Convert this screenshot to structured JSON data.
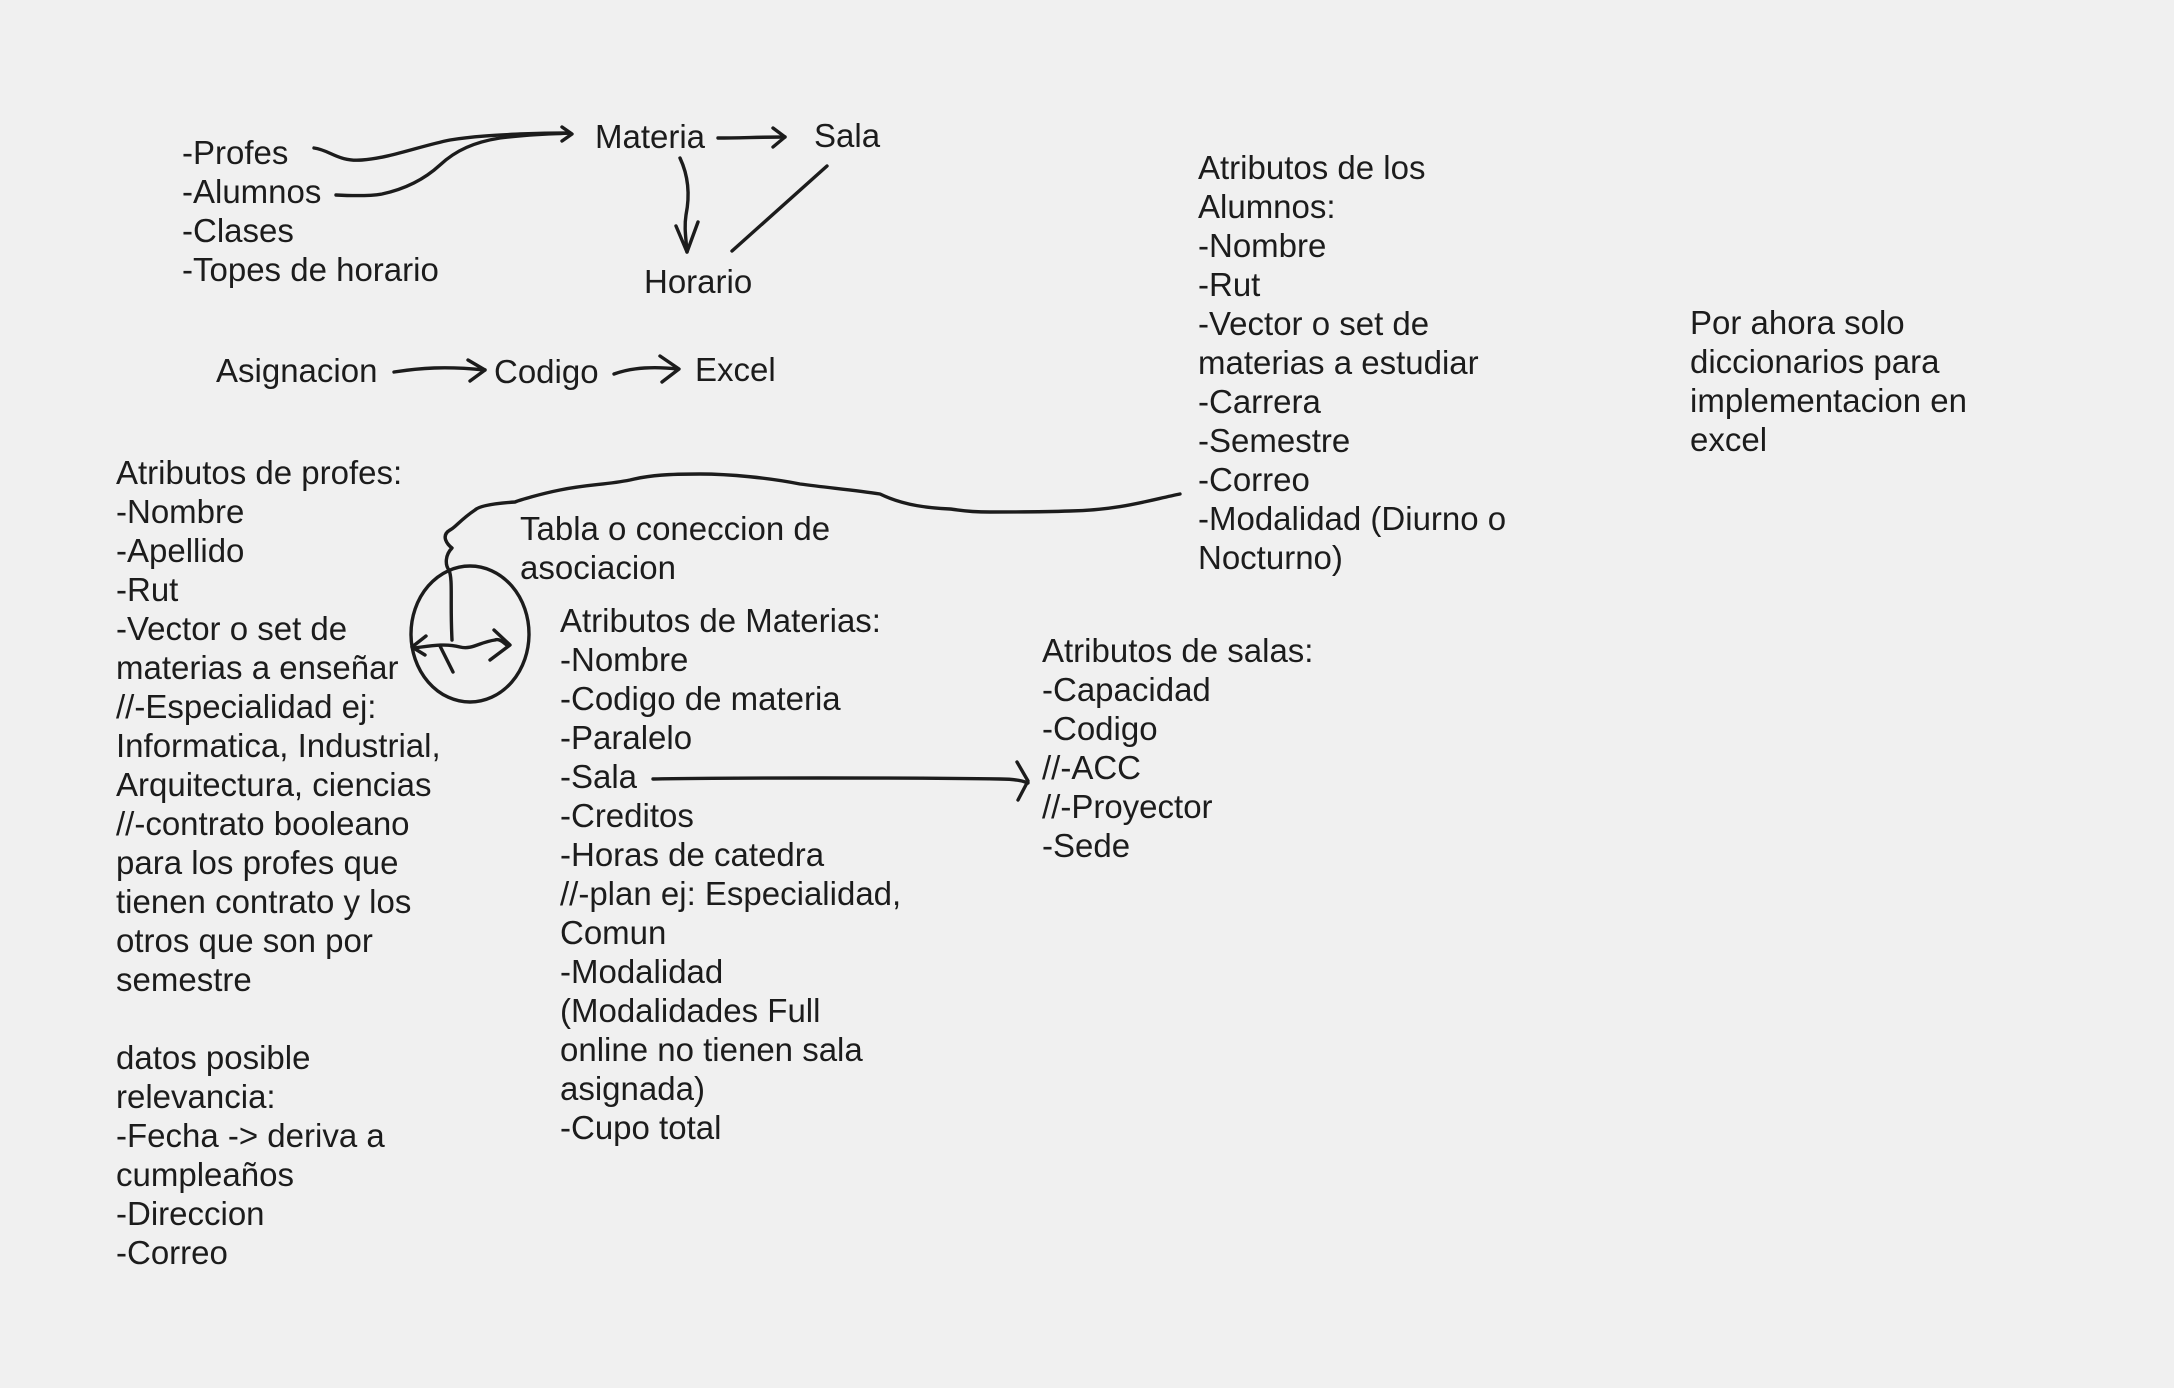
{
  "top_list": [
    "-Profes",
    "-Alumnos",
    "-Clases",
    "-Topes de horario"
  ],
  "flow_top": {
    "materia": "Materia",
    "sala": "Sala",
    "horario": "Horario"
  },
  "flow_bottom": {
    "asignacion": "Asignacion",
    "codigo": "Codigo",
    "excel": "Excel"
  },
  "profes": {
    "lines": [
      "Atributos de profes:",
      "-Nombre",
      "-Apellido",
      "-Rut",
      "-Vector o set de",
      "materias a enseñar",
      "//-Especialidad ej:",
      "Informatica, Industrial,",
      "Arquitectura, ciencias",
      "//-contrato booleano",
      "para los profes que",
      "tienen contrato y los",
      "otros que son por",
      "semestre",
      "",
      "datos posible",
      "relevancia:",
      "-Fecha -> deriva a",
      "cumpleaños",
      "-Direccion",
      "-Correo"
    ]
  },
  "tabla": {
    "lines": [
      "Tabla o coneccion de",
      "asociacion"
    ]
  },
  "materias": {
    "lines": [
      "Atributos de Materias:",
      "-Nombre",
      "-Codigo de materia",
      "-Paralelo",
      "-Sala",
      "-Creditos",
      "-Horas de catedra",
      "//-plan ej: Especialidad,",
      "Comun",
      "-Modalidad",
      "(Modalidades Full",
      "online no tienen sala",
      "asignada)",
      "-Cupo total"
    ]
  },
  "salas": {
    "lines": [
      "Atributos de salas:",
      "-Capacidad",
      "-Codigo",
      "//-ACC",
      "//-Proyector",
      "-Sede"
    ]
  },
  "alumnos": {
    "lines": [
      "Atributos de los",
      "Alumnos:",
      "-Nombre",
      "-Rut",
      "-Vector o set de",
      "materias a estudiar",
      "-Carrera",
      "-Semestre",
      "-Correo",
      "-Modalidad (Diurno o",
      "Nocturno)"
    ]
  },
  "nota": {
    "lines": [
      "Por ahora solo",
      "diccionarios para",
      "implementacion en",
      "excel"
    ]
  }
}
